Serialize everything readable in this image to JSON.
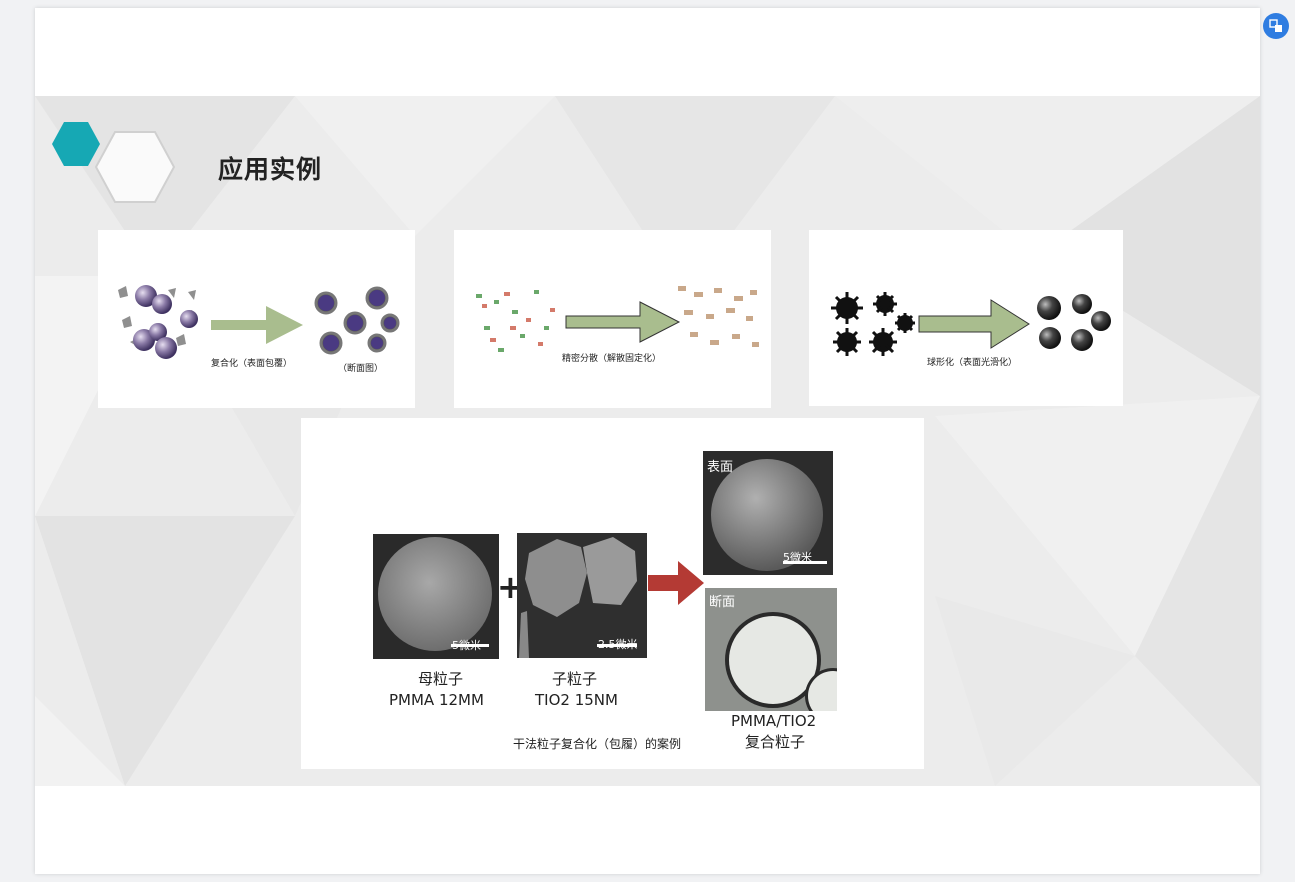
{
  "slide": {
    "title": "应用实例",
    "panels": [
      {
        "caption": "复合化（表面包覆）",
        "caption2": "（断面图）"
      },
      {
        "caption": "精密分散（解散固定化）"
      },
      {
        "caption": "球形化（表面光滑化）"
      }
    ],
    "example": {
      "mother": {
        "name": "母粒子",
        "spec": "PMMA 12MM",
        "scale": "5微米"
      },
      "child": {
        "name": "子粒子",
        "spec": "TIO2 15NM",
        "scale": "2.5微米"
      },
      "surface": {
        "label": "表面",
        "scale": "5微米"
      },
      "section": {
        "label": "断面"
      },
      "plus": "+",
      "result": {
        "line1": "PMMA/TIO2",
        "line2": "复合粒子"
      },
      "caption": "干法粒子复合化（包履）的案例"
    }
  },
  "colors": {
    "accent_teal": "#16a8b4",
    "arrow_green": "#a9bd8e",
    "arrow_red": "#b43a34",
    "button_blue": "#2f7de1"
  },
  "icons": {
    "corner_button": "translate-icon"
  }
}
